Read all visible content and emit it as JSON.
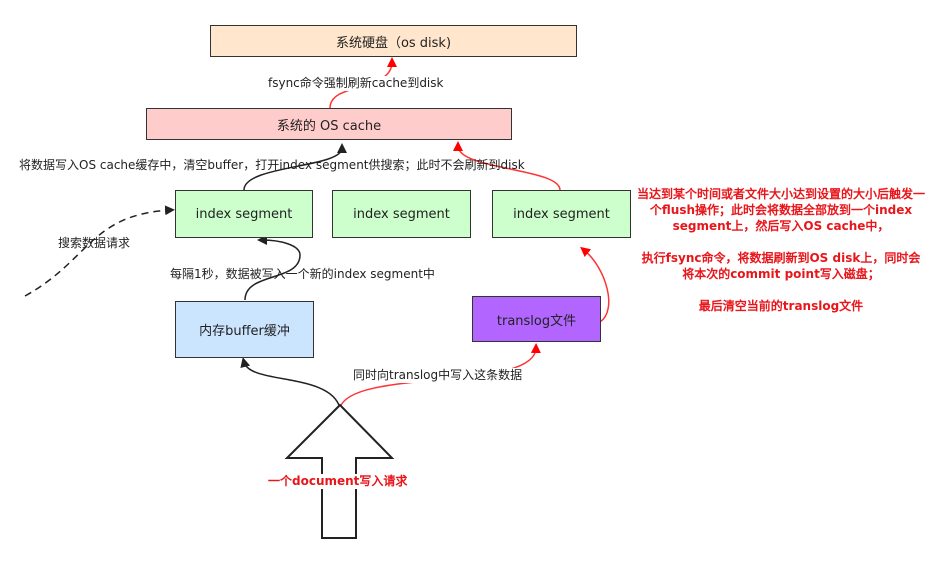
{
  "nodes": {
    "os_disk": "系统硬盘（os disk)",
    "os_cache": "系统的 OS cache",
    "segment_1": "index segment",
    "segment_2": "index segment",
    "segment_3": "index segment",
    "memory_buffer": "内存buffer缓冲",
    "translog": "translog文件",
    "document_request": "一个document写入请求"
  },
  "edge_labels": {
    "fsync_to_disk": "fsync命令强制刷新cache到disk",
    "write_to_cache": "将数据写入OS cache缓存中，清空buffer，打开index segment供搜索；此时不会刷新到disk",
    "search_request": "搜索数据请求",
    "refresh_every_second": "每隔1秒，数据被写入一个新的index segment中",
    "write_translog": "同时向translog中写入这条数据"
  },
  "notes": [
    "当达到某个时间或者文件大小达到设置的大小后触发一个flush操作；此时会将数据全部放到一个index segment上，然后写入OS cache中，",
    "执行fsync命令，将数据刷新到OS disk上，同时会将本次的commit point写入磁盘；",
    "最后清空当前的translog文件"
  ],
  "colors": {
    "os_disk_fill": "#ffe6cc",
    "os_cache_fill": "#ffcccc",
    "segment_fill": "#ccffcc",
    "buffer_fill": "#cce5ff",
    "translog_fill": "#b266ff",
    "red": "#e8161b"
  }
}
